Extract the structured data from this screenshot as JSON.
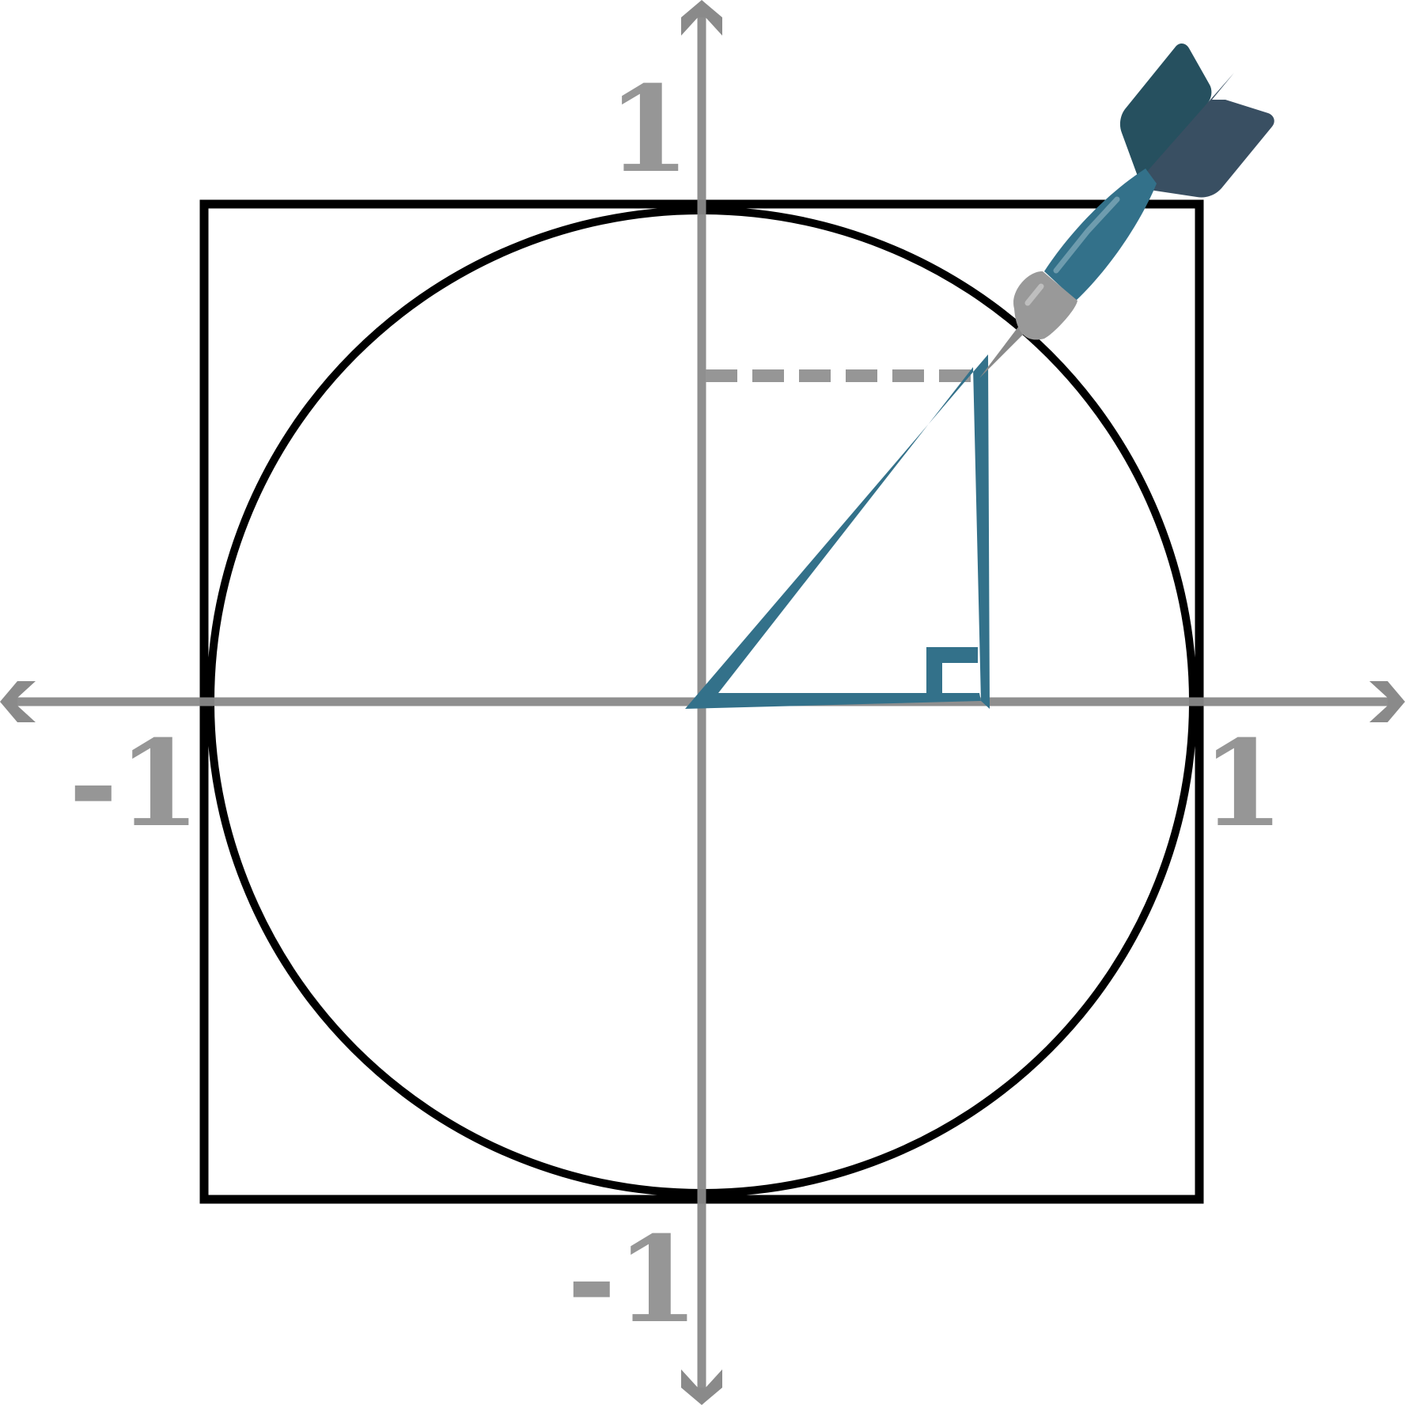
{
  "diagram": {
    "labels": {
      "y_positive": "1",
      "y_negative": "-1",
      "x_positive": "1",
      "x_negative": "-1"
    },
    "colors": {
      "axis": "#8a8a8a",
      "label": "#969696",
      "square": "#000000",
      "circle": "#000000",
      "triangle": "#33718a",
      "dashed_guide": "#969696",
      "dart_flight_front": "#26505f",
      "dart_flight_back": "#394f62",
      "dart_barrel": "#33718a",
      "dart_grip": "#999999",
      "dart_tip": "#8a8a8a"
    },
    "icons": {
      "dart": "dart-icon"
    }
  }
}
